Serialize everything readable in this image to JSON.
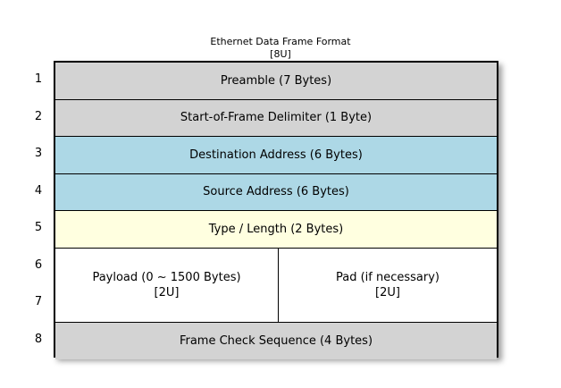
{
  "diagram": {
    "title": "Ethernet Data Frame Format",
    "subtitle": "[8U]",
    "colors": {
      "gray": "#d3d3d3",
      "blue": "#add8e6",
      "yellow": "#ffffe0",
      "white": "#ffffff",
      "border": "#000000",
      "background": "#ffffff"
    },
    "row_numbers": [
      "1",
      "2",
      "3",
      "4",
      "5",
      "6",
      "7",
      "8"
    ],
    "rows": [
      {
        "number": "1",
        "label": "Preamble (7 Bytes)",
        "sub": "",
        "fill": "gray"
      },
      {
        "number": "2",
        "label": "Start-of-Frame Delimiter (1 Byte)",
        "sub": "",
        "fill": "gray"
      },
      {
        "number": "3",
        "label": "Destination Address (6 Bytes)",
        "sub": "",
        "fill": "blue"
      },
      {
        "number": "4",
        "label": "Source Address (6 Bytes)",
        "sub": "",
        "fill": "blue"
      },
      {
        "number": "5",
        "label": "Type / Length (2 Bytes)",
        "sub": "",
        "fill": "yellow"
      },
      {
        "number": "6-7",
        "split": true,
        "fill": "white",
        "left": {
          "label": "Payload (0 ~ 1500 Bytes)",
          "sub": "[2U]"
        },
        "right": {
          "label": "Pad (if necessary)",
          "sub": "[2U]"
        }
      },
      {
        "number": "8",
        "label": "Frame Check Sequence (4 Bytes)",
        "sub": "",
        "fill": "gray"
      }
    ]
  }
}
